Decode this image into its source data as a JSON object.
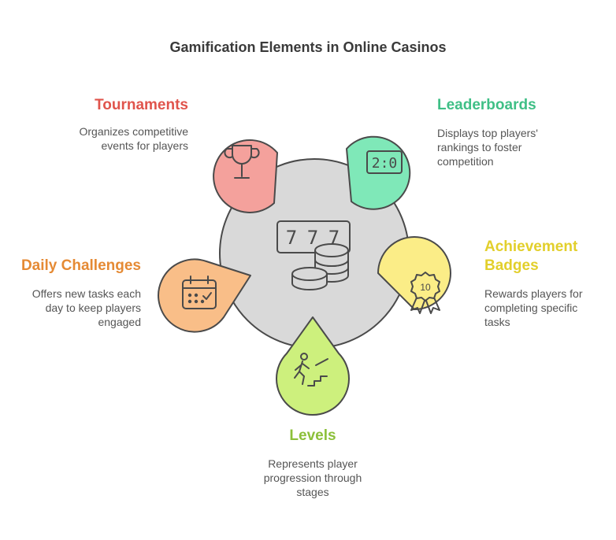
{
  "title": "Gamification Elements in Online Casinos",
  "center": {
    "slot_digits": [
      "7",
      "7",
      "7"
    ]
  },
  "elements": [
    {
      "key": "tournaments",
      "heading": "Tournaments",
      "description_lines": [
        "Organizes competitive",
        "events for players"
      ],
      "color": "#e0544c",
      "fill": "#f4a19c",
      "icon": "trophy-icon"
    },
    {
      "key": "leaderboards",
      "heading": "Leaderboards",
      "description_lines": [
        "Displays top players'",
        "rankings to foster",
        "competition"
      ],
      "color": "#3fbf86",
      "fill": "#7fe8b8",
      "icon": "scoreboard-icon",
      "icon_text": "2:0"
    },
    {
      "key": "achievement-badges",
      "heading_lines": [
        "Achievement",
        "Badges"
      ],
      "description_lines": [
        "Rewards players for",
        "completing specific",
        "tasks"
      ],
      "color": "#e2cf2b",
      "fill": "#fbed87",
      "icon": "badge-icon",
      "icon_text": "10"
    },
    {
      "key": "levels",
      "heading": "Levels",
      "description_lines": [
        "Represents player",
        "progression through",
        "stages"
      ],
      "color": "#8cc03a",
      "fill": "#cdf07d",
      "icon": "stairs-climber-icon"
    },
    {
      "key": "daily-challenges",
      "heading": "Daily Challenges",
      "description_lines": [
        "Offers new tasks each",
        "day to keep players",
        "engaged"
      ],
      "color": "#e58a34",
      "fill": "#f9be88",
      "icon": "calendar-icon"
    }
  ]
}
